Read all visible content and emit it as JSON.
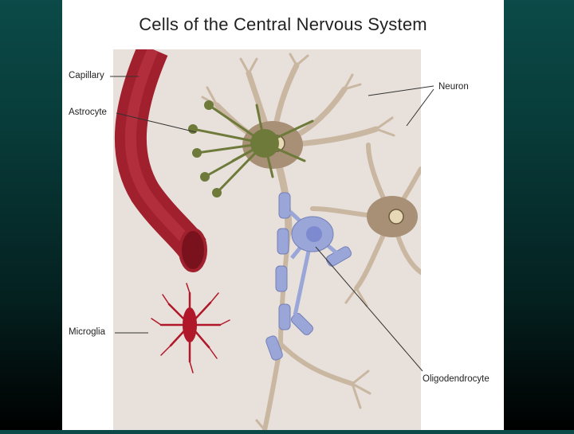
{
  "slide": {
    "title": "Cells of the Central Nervous System"
  },
  "labels": {
    "capillary": "Capillary",
    "astrocyte": "Astrocyte",
    "neuron": "Neuron",
    "microglia": "Microglia",
    "oligodendrocyte": "Oligodendrocyte"
  },
  "colors": {
    "background_top": "#0b4a48",
    "background_bottom": "#000000",
    "panel": "#ffffff",
    "illustration_bg": "#e8e0da",
    "capillary": "#a0202e",
    "astrocyte": "#6e7a3a",
    "neuron": "#c9b7a2",
    "neuron_body": "#a89077",
    "oligodendrocyte": "#9aa6d8",
    "microglia": "#b0182a"
  }
}
